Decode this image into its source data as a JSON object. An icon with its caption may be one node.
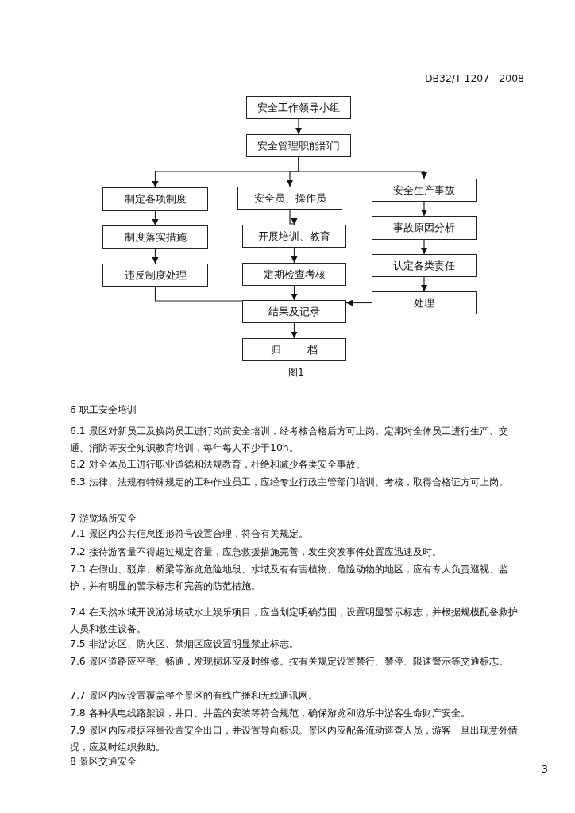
{
  "diagram": {
    "caption": "图1",
    "nodes": [
      {
        "text": [
          "安全工作领导小组"
        ]
      },
      {
        "text": [
          "安全管理职能部门"
        ]
      },
      {
        "text": [
          "制定各项制度"
        ]
      },
      {
        "text": [
          "安全员、操作员"
        ]
      },
      {
        "text": [
          "安全生产事故"
        ]
      },
      {
        "text": [
          "制度落实措施"
        ]
      },
      {
        "text": [
          "开展培训、教育"
        ]
      },
      {
        "text": [
          "事故原因分析"
        ]
      },
      {
        "text": [
          "违反制度处理"
        ]
      },
      {
        "text": [
          "定期检查考核"
        ]
      },
      {
        "text": [
          "认定各类责任"
        ]
      },
      {
        "text": [
          "结果及记录"
        ]
      },
      {
        "text": [
          "处理"
        ]
      },
      {
        "text": [
          "归档"
        ]
      }
    ],
    "edges": [
      {
        "from": 0,
        "to": 1,
        "arrow": "to"
      },
      {
        "from": 1,
        "to": 2,
        "arrow": "to"
      },
      {
        "from": 1,
        "to": 3,
        "arrow": "to"
      },
      {
        "from": 1,
        "to": 4,
        "arrow": "to"
      },
      {
        "from": 2,
        "to": 5,
        "arrow": "to"
      },
      {
        "from": 5,
        "to": 8,
        "arrow": "to"
      },
      {
        "from": 3,
        "to": 6,
        "arrow": "to"
      },
      {
        "from": 6,
        "to": 9,
        "arrow": "to"
      },
      {
        "from": 9,
        "to": 11,
        "arrow": "to"
      },
      {
        "from": 4,
        "to": 7,
        "arrow": "to"
      },
      {
        "from": 7,
        "to": 10,
        "arrow": "to"
      },
      {
        "from": 10,
        "to": 12,
        "arrow": "to"
      },
      {
        "from": 12,
        "to": 11,
        "arrow": "to"
      },
      {
        "from": 8,
        "to": 11,
        "arrow": "to"
      },
      {
        "from": 11,
        "to": 13,
        "arrow": "to"
      }
    ],
    "labels": [
      "DB32/T 1207—2008",
      "6 职工安全培训",
      "6.1 景区对新员工及换岗员工进行岗前安全培训，经考核合格后方可上岗。定期对全体员工进行生产、交通、消防等安全知识教育培训，每年每人不少于10h。",
      "6.2 对全体员工进行职业道德和法规教育，杜绝和减少各类安全事故。",
      "6.3 法律、法规有特殊规定的工种作业员工，应经专业行政主管部门培训、考核，取得合格证方可上岗。",
      "7 游览场所安全",
      "7.1 景区内公共信息图形符号设置合理，符合有关规定。",
      "7.2 接待游客量不得超过规定容量，应急救援措施完善，发生突发事件处置应迅速及时。",
      "7.3 在假山、驳岸、桥梁等游览危险地段、水域及有有害植物、危险动物的地区，应有专人负责巡视、监护，并有明显的警示标志和完善的防范措施。",
      "7.4 在天然水域开设游泳场或水上娱乐项目，应当划定明确范围，设置明显警示标志，并根据规模配备救护人员和救生设备。",
      "7.5 非游泳区、防火区、禁烟区应设置明显禁止标志。",
      "7.6 景区道路应平整、畅通，发现损坏应及时维修。按有关规定设置禁行、禁停、限速警示等交通标志。",
      "7.7 景区内应设置覆盖整个景区的有线广播和无线通讯网。",
      "7.8 各种供电线路架设，井口、井盖的安装等符合规范，确保游览和游乐中游客生命财产安全。",
      "7.9 景区内应根据容量设置安全出口，并设置导向标识。景区内应配备流动巡查人员，游客一旦出现意外情况，应及时组织救助。",
      "8 景区交通安全",
      "3"
    ]
  }
}
